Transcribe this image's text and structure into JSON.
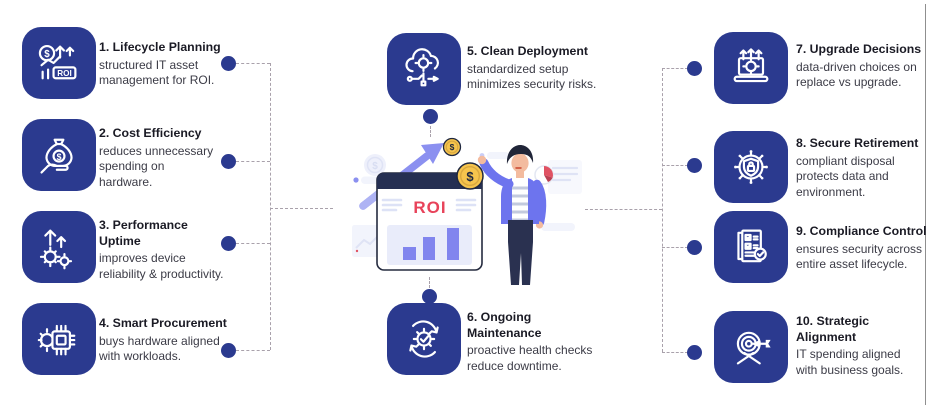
{
  "items": [
    {
      "title": "1. Lifecycle Planning",
      "desc": "structured IT asset\nmanagement for ROI.",
      "icon": "roi-growth-chart-icon"
    },
    {
      "title": "2. Cost Efficiency",
      "desc": "reduces unnecessary\nspending on\nhardware.",
      "icon": "money-bag-hand-icon"
    },
    {
      "title": "3. Performance\nUptime",
      "desc": "improves device\nreliability & productivity.",
      "icon": "gears-up-arrows-icon"
    },
    {
      "title": "4. Smart Procurement",
      "desc": "buys hardware aligned\nwith workloads.",
      "icon": "cpu-gear-icon"
    },
    {
      "title": "5. Clean Deployment",
      "desc": "standardized setup\nminimizes security risks.",
      "icon": "cloud-gear-network-icon"
    },
    {
      "title": "6. Ongoing\nMaintenance",
      "desc": "proactive health checks\nreduce downtime.",
      "icon": "sync-gear-check-icon"
    },
    {
      "title": "7. Upgrade Decisions",
      "desc": "data-driven choices on\nreplace vs upgrade.",
      "icon": "laptop-gear-arrows-icon"
    },
    {
      "title": "8. Secure Retirement",
      "desc": "compliant disposal\nprotects data and\nenvironment.",
      "icon": "shield-lock-circuit-icon"
    },
    {
      "title": "9. Compliance Control",
      "desc": "ensures security across\nentire asset lifecycle.",
      "icon": "checklist-document-icon"
    },
    {
      "title": "10. Strategic\nAlignment",
      "desc": "IT spending aligned\nwith business goals.",
      "icon": "target-arrow-icon"
    }
  ],
  "center_illustration": {
    "roi_label": "ROI",
    "dollar": "$"
  },
  "icon_text": {
    "roi": "ROI",
    "dollar": "$"
  },
  "colors": {
    "tile_navy": "#2b3a8f",
    "connector_dot": "#2b3a8f",
    "dashed_line": "#a9a1ab",
    "roi_red": "#e8435a",
    "chart_purple": "#8185ee",
    "window_header_navy": "#252f52",
    "coin_gold": "#f6c44d",
    "jacket_purple": "#6d74ee"
  }
}
